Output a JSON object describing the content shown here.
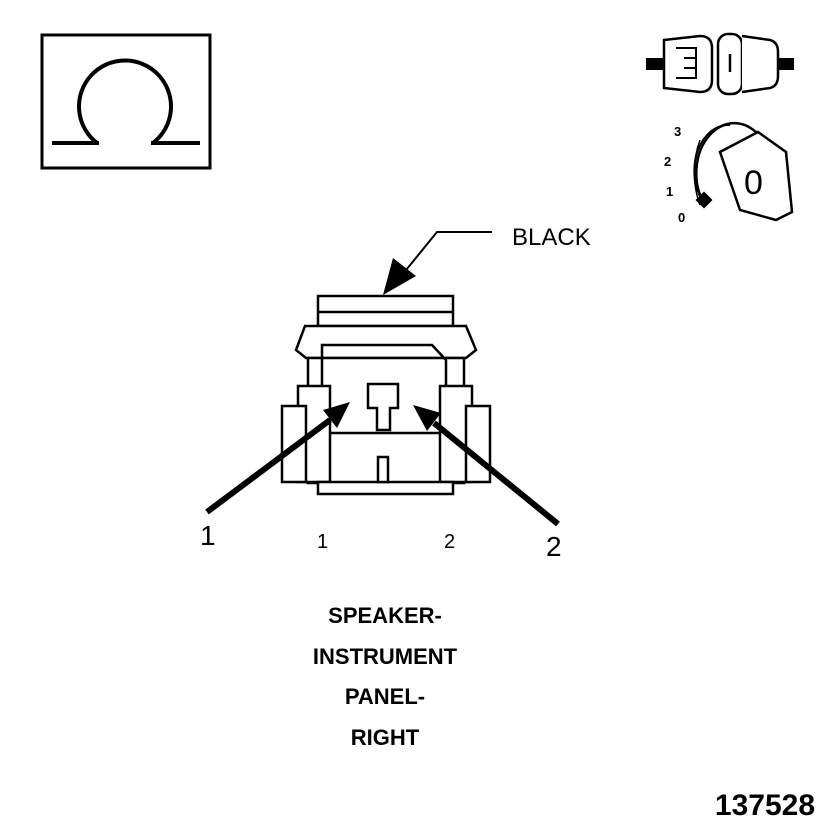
{
  "icons": {
    "ohm_symbol": "ohmmeter-icon",
    "connector_disconnect": "connector-disconnected-icon",
    "ignition_key": "ignition-key-off-icon"
  },
  "ignition": {
    "positions": [
      "3",
      "2",
      "1",
      "0"
    ],
    "key_mark": "0"
  },
  "connector": {
    "color_label": "BLACK",
    "callouts": [
      "1",
      "2"
    ],
    "cavity_numbers": [
      "1",
      "2"
    ]
  },
  "caption": {
    "lines": [
      "SPEAKER-",
      "INSTRUMENT",
      "PANEL-",
      "RIGHT"
    ]
  },
  "figure_number": "137528"
}
